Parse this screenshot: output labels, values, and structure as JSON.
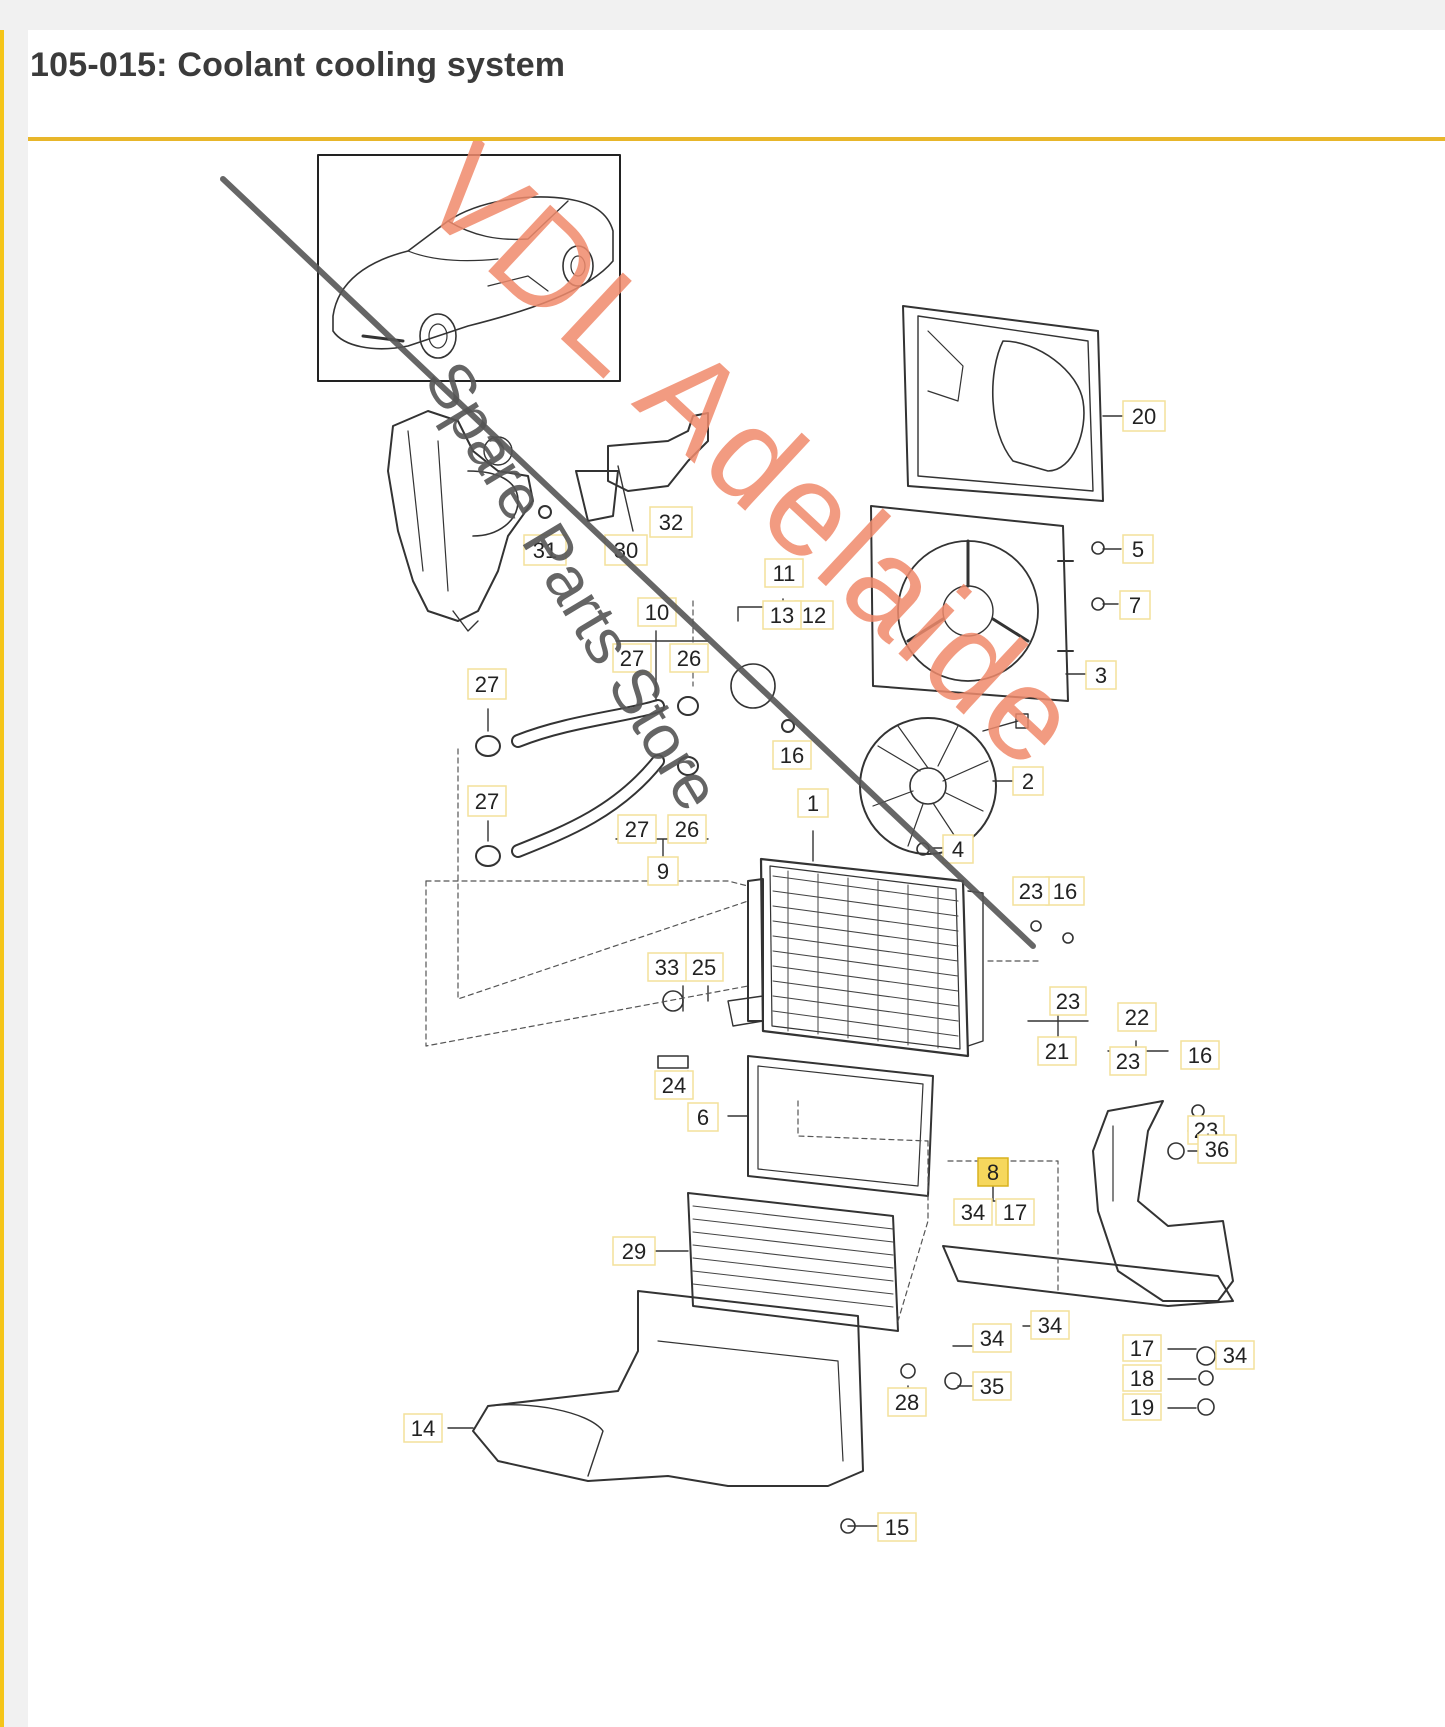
{
  "page": {
    "title": "105-015: Coolant cooling system"
  },
  "colors": {
    "accent_rule": "#e8b62a",
    "highlight_box": "#f6d75d",
    "watermark_main": "#f08a6c",
    "watermark_sub": "#555555"
  },
  "watermark": {
    "main": "VDL Adelaide",
    "sub": "Spare Parts Store"
  },
  "callouts": [
    {
      "id": "c1",
      "label": "1"
    },
    {
      "id": "c2",
      "label": "2"
    },
    {
      "id": "c3",
      "label": "3"
    },
    {
      "id": "c4",
      "label": "4"
    },
    {
      "id": "c5",
      "label": "5"
    },
    {
      "id": "c6",
      "label": "6"
    },
    {
      "id": "c7",
      "label": "7"
    },
    {
      "id": "c8",
      "label": "8",
      "highlighted": true
    },
    {
      "id": "c9",
      "label": "9"
    },
    {
      "id": "c10",
      "label": "10"
    },
    {
      "id": "c11",
      "label": "11"
    },
    {
      "id": "c12",
      "label": "12"
    },
    {
      "id": "c13",
      "label": "13"
    },
    {
      "id": "c14",
      "label": "14"
    },
    {
      "id": "c15",
      "label": "15"
    },
    {
      "id": "c16a",
      "label": "16"
    },
    {
      "id": "c16b",
      "label": "16"
    },
    {
      "id": "c16c",
      "label": "16"
    },
    {
      "id": "c17a",
      "label": "17"
    },
    {
      "id": "c17b",
      "label": "17"
    },
    {
      "id": "c18",
      "label": "18"
    },
    {
      "id": "c19",
      "label": "19"
    },
    {
      "id": "c20",
      "label": "20"
    },
    {
      "id": "c21",
      "label": "21"
    },
    {
      "id": "c22",
      "label": "22"
    },
    {
      "id": "c23a",
      "label": "23"
    },
    {
      "id": "c23b",
      "label": "23"
    },
    {
      "id": "c23c",
      "label": "23"
    },
    {
      "id": "c23d",
      "label": "23"
    },
    {
      "id": "c24",
      "label": "24"
    },
    {
      "id": "c25",
      "label": "25"
    },
    {
      "id": "c26a",
      "label": "26"
    },
    {
      "id": "c26b",
      "label": "26"
    },
    {
      "id": "c27a",
      "label": "27"
    },
    {
      "id": "c27b",
      "label": "27"
    },
    {
      "id": "c27c",
      "label": "27"
    },
    {
      "id": "c27d",
      "label": "27"
    },
    {
      "id": "c28",
      "label": "28"
    },
    {
      "id": "c29",
      "label": "29"
    },
    {
      "id": "c30",
      "label": "30"
    },
    {
      "id": "c31",
      "label": "31"
    },
    {
      "id": "c32",
      "label": "32"
    },
    {
      "id": "c33",
      "label": "33"
    },
    {
      "id": "c34a",
      "label": "34"
    },
    {
      "id": "c34b",
      "label": "34"
    },
    {
      "id": "c34c",
      "label": "34"
    },
    {
      "id": "c34d",
      "label": "34"
    },
    {
      "id": "c35",
      "label": "35"
    },
    {
      "id": "c36",
      "label": "36"
    }
  ]
}
